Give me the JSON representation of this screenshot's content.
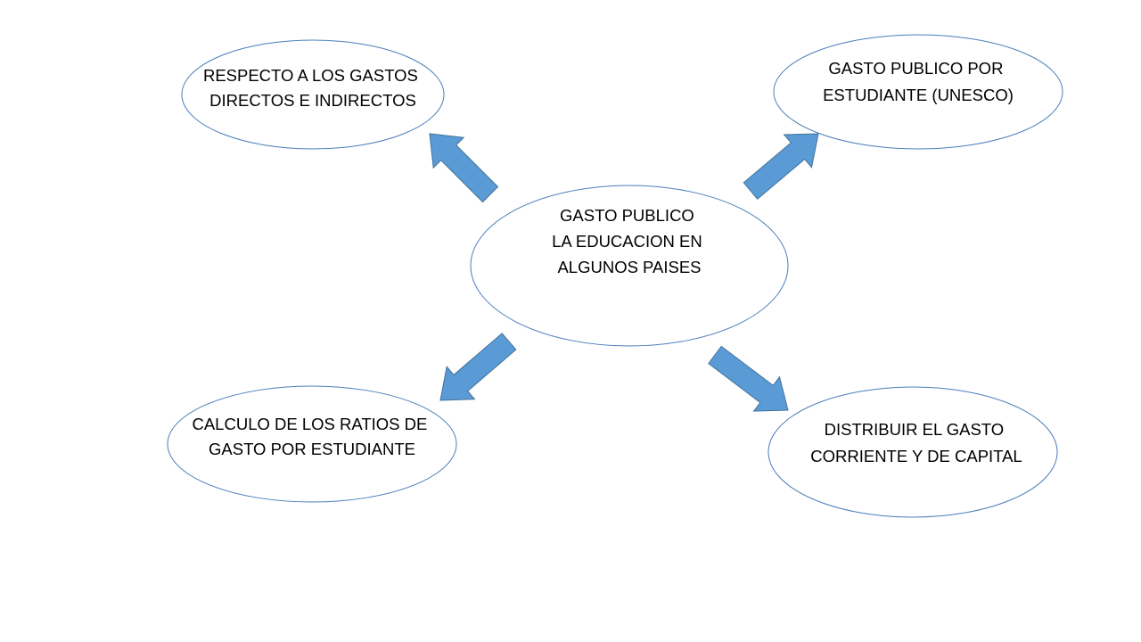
{
  "colors": {
    "background": "#ffffff",
    "ellipse_stroke": "#4a7ebb",
    "ellipse_fill": "#ffffff",
    "arrow_fill": "#5b9bd5",
    "arrow_stroke": "#41719c",
    "text": "#000000"
  },
  "center": {
    "lines": [
      "GASTO PUBLICO",
      "LA EDUCACION EN",
      "ALGUNOS PAISES"
    ]
  },
  "nodes": {
    "top_left": {
      "lines": [
        "RESPECTO A LOS GASTOS",
        "DIRECTOS E INDIRECTOS"
      ]
    },
    "top_right": {
      "lines": [
        "GASTO PUBLICO POR",
        "ESTUDIANTE (UNESCO)"
      ]
    },
    "bottom_left": {
      "lines": [
        "CALCULO DE LOS RATIOS DE",
        "GASTO POR ESTUDIANTE"
      ]
    },
    "bottom_right": {
      "lines": [
        "DISTRIBUIR EL GASTO",
        "CORRIENTE Y DE CAPITAL"
      ]
    }
  },
  "arrows": [
    {
      "from": "center",
      "to": "top_left"
    },
    {
      "from": "center",
      "to": "top_right"
    },
    {
      "from": "center",
      "to": "bottom_left"
    },
    {
      "from": "center",
      "to": "bottom_right"
    }
  ]
}
